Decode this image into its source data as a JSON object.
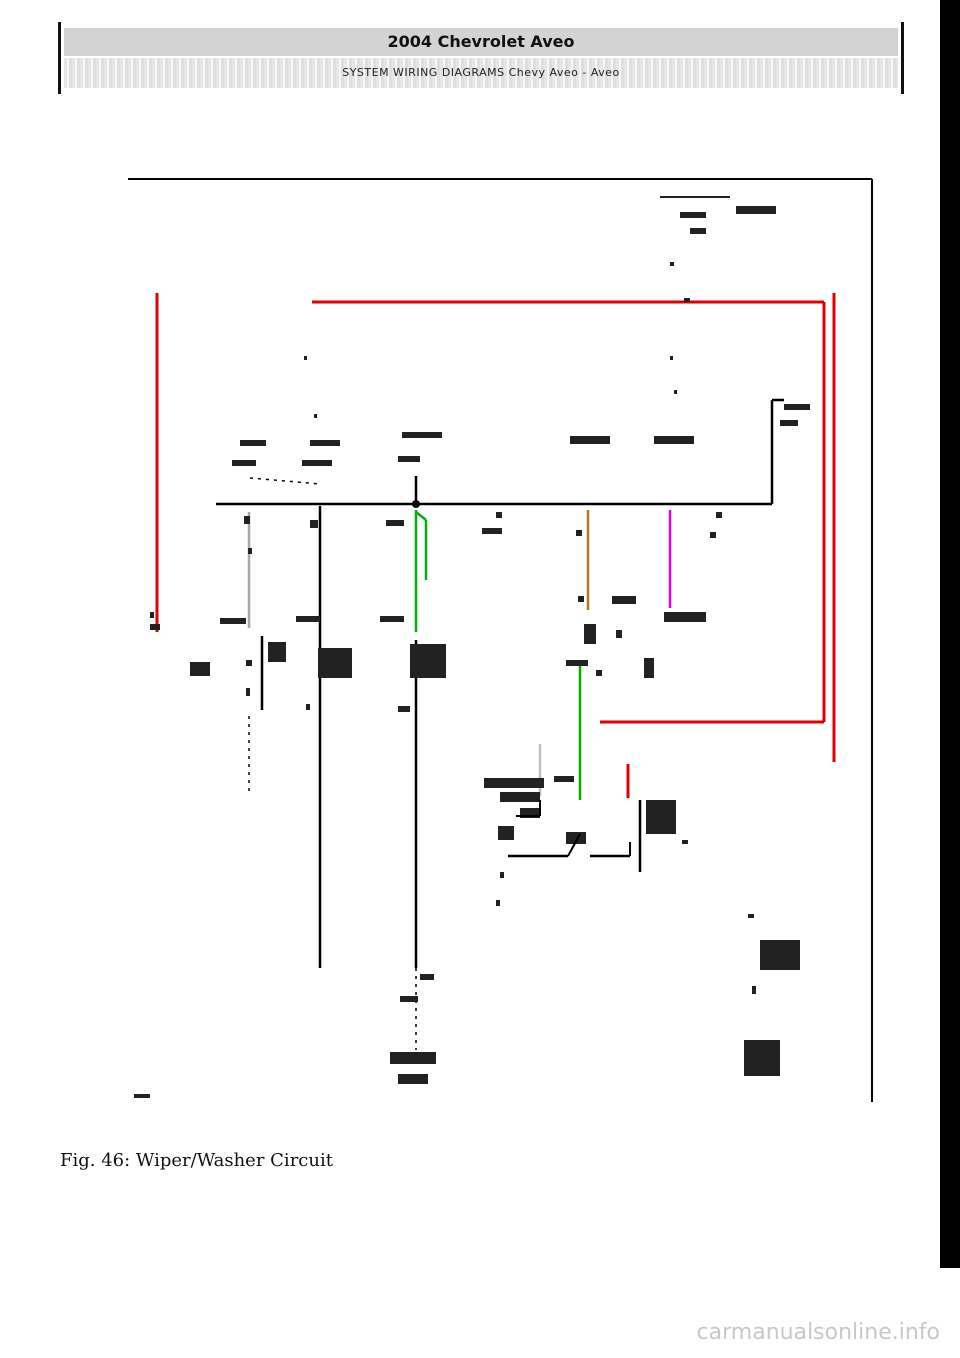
{
  "header": {
    "title": "2004 Chevrolet Aveo",
    "subtitle": "SYSTEM WIRING DIAGRAMS Chevy Aveo - Aveo"
  },
  "figure": {
    "caption": "Fig. 46: Wiper/Washer Circuit"
  },
  "footer": {
    "watermark": "carmanualsonline.info"
  },
  "colors": {
    "power_wire": "#e00000",
    "green_wire": "#00b000",
    "brown_wire": "#b07820",
    "pink_wire": "#e000e0",
    "gray_wire": "#a8a8a8",
    "black_wire": "#000000"
  }
}
